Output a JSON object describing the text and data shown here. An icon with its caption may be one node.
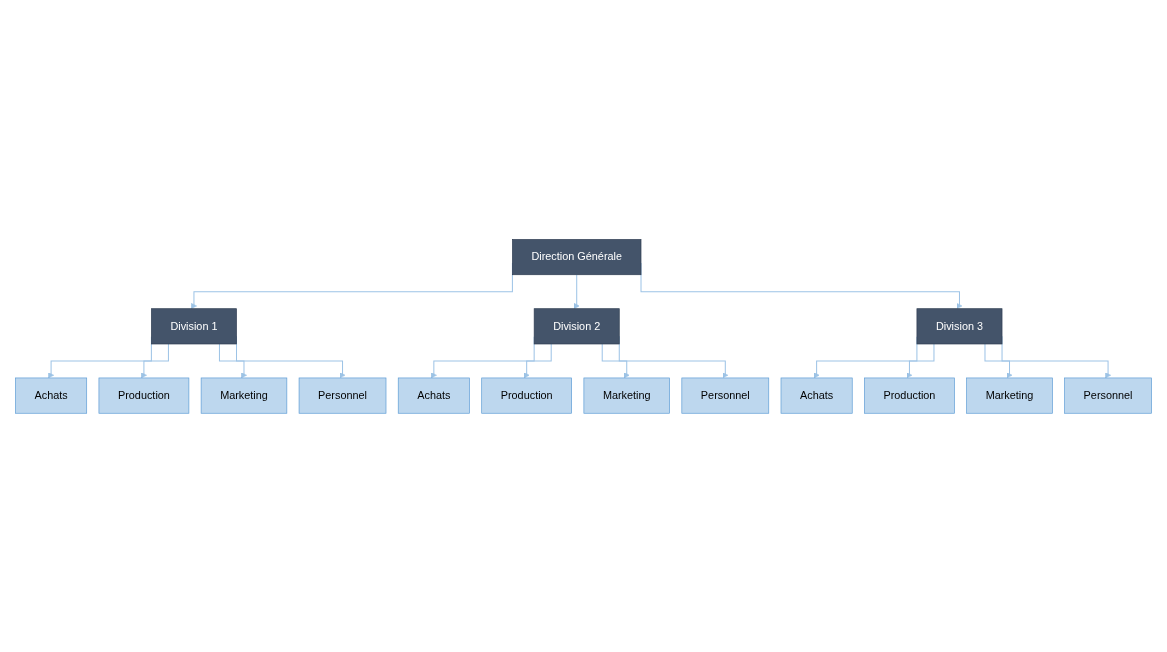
{
  "diagram": {
    "nodes": [
      {
        "text": [
          "Direction Générale"
        ]
      },
      {
        "text": [
          "Division 1"
        ]
      },
      {
        "text": [
          "Division 2"
        ]
      },
      {
        "text": [
          "Division 3"
        ]
      },
      {
        "text": [
          "Achats"
        ]
      },
      {
        "text": [
          "Production"
        ]
      },
      {
        "text": [
          "Marketing"
        ]
      },
      {
        "text": [
          "Personnel"
        ]
      },
      {
        "text": [
          "Achats"
        ]
      },
      {
        "text": [
          "Production"
        ]
      },
      {
        "text": [
          "Marketing"
        ]
      },
      {
        "text": [
          "Personnel"
        ]
      },
      {
        "text": [
          "Achats"
        ]
      },
      {
        "text": [
          "Production"
        ]
      },
      {
        "text": [
          "Marketing"
        ]
      },
      {
        "text": [
          "Personnel"
        ]
      }
    ],
    "edges": [
      {
        "from": 0,
        "to": 1,
        "arrow": "to"
      },
      {
        "from": 0,
        "to": 2,
        "arrow": "to"
      },
      {
        "from": 0,
        "to": 3,
        "arrow": "to"
      },
      {
        "from": 1,
        "to": 4,
        "arrow": "to"
      },
      {
        "from": 1,
        "to": 5,
        "arrow": "to"
      },
      {
        "from": 1,
        "to": 6,
        "arrow": "to"
      },
      {
        "from": 1,
        "to": 7,
        "arrow": "to"
      },
      {
        "from": 2,
        "to": 8,
        "arrow": "to"
      },
      {
        "from": 2,
        "to": 9,
        "arrow": "to"
      },
      {
        "from": 2,
        "to": 10,
        "arrow": "to"
      },
      {
        "from": 2,
        "to": 11,
        "arrow": "to"
      },
      {
        "from": 3,
        "to": 12,
        "arrow": "to"
      },
      {
        "from": 3,
        "to": 13,
        "arrow": "to"
      },
      {
        "from": 3,
        "to": 14,
        "arrow": "to"
      },
      {
        "from": 3,
        "to": 15,
        "arrow": "to"
      }
    ]
  }
}
